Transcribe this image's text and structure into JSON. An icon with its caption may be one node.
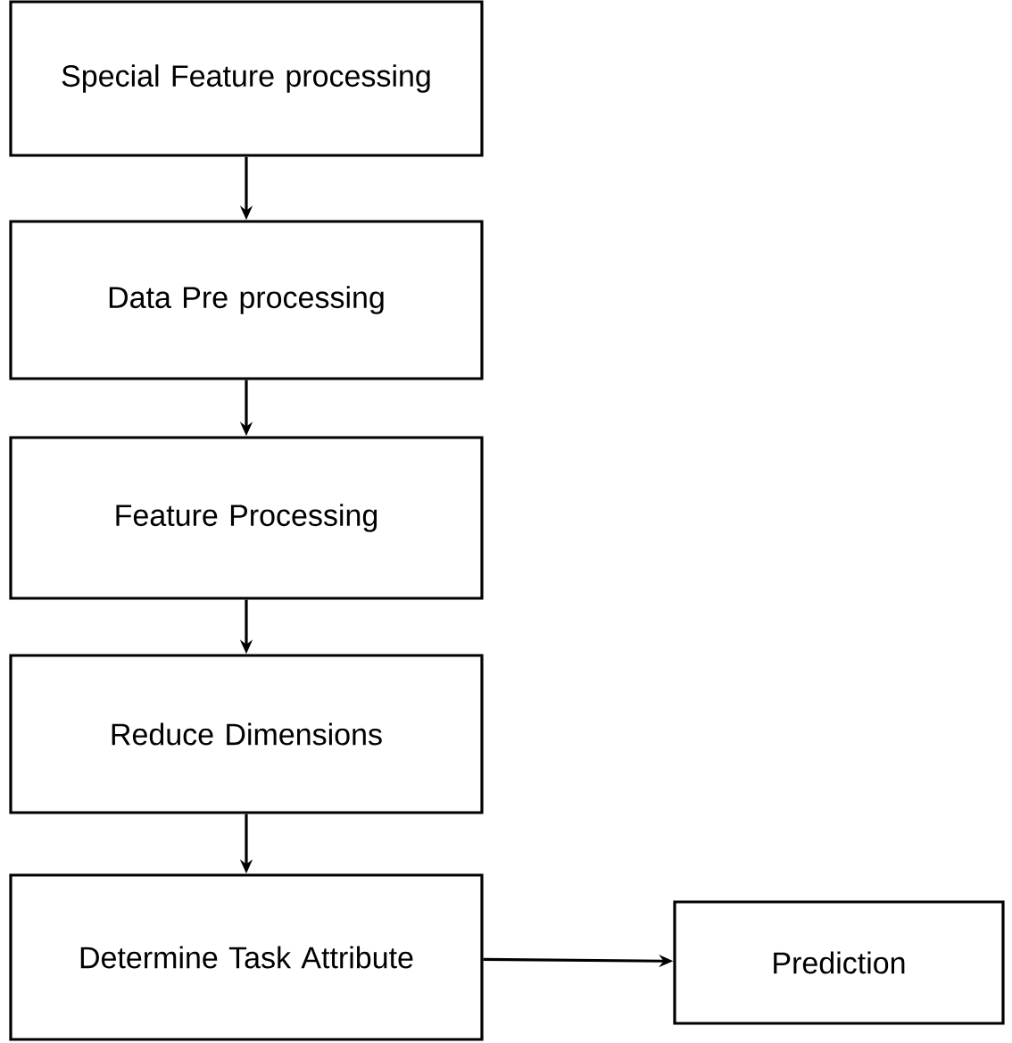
{
  "diagram": {
    "nodes": [
      {
        "text": [
          "Special Feature processing"
        ]
      },
      {
        "text": [
          "Data Pre processing"
        ]
      },
      {
        "text": [
          "Feature Processing"
        ]
      },
      {
        "text": [
          "Reduce Dimensions"
        ]
      },
      {
        "text": [
          "Determine Task Attribute"
        ]
      },
      {
        "text": [
          "Prediction"
        ]
      }
    ],
    "edges": [
      {
        "from": 0,
        "to": 1,
        "arrow": "to"
      },
      {
        "from": 1,
        "to": 2,
        "arrow": "to"
      },
      {
        "from": 2,
        "to": 3,
        "arrow": "to"
      },
      {
        "from": 3,
        "to": 4,
        "arrow": "to"
      },
      {
        "from": 4,
        "to": 5,
        "arrow": "to"
      }
    ]
  }
}
